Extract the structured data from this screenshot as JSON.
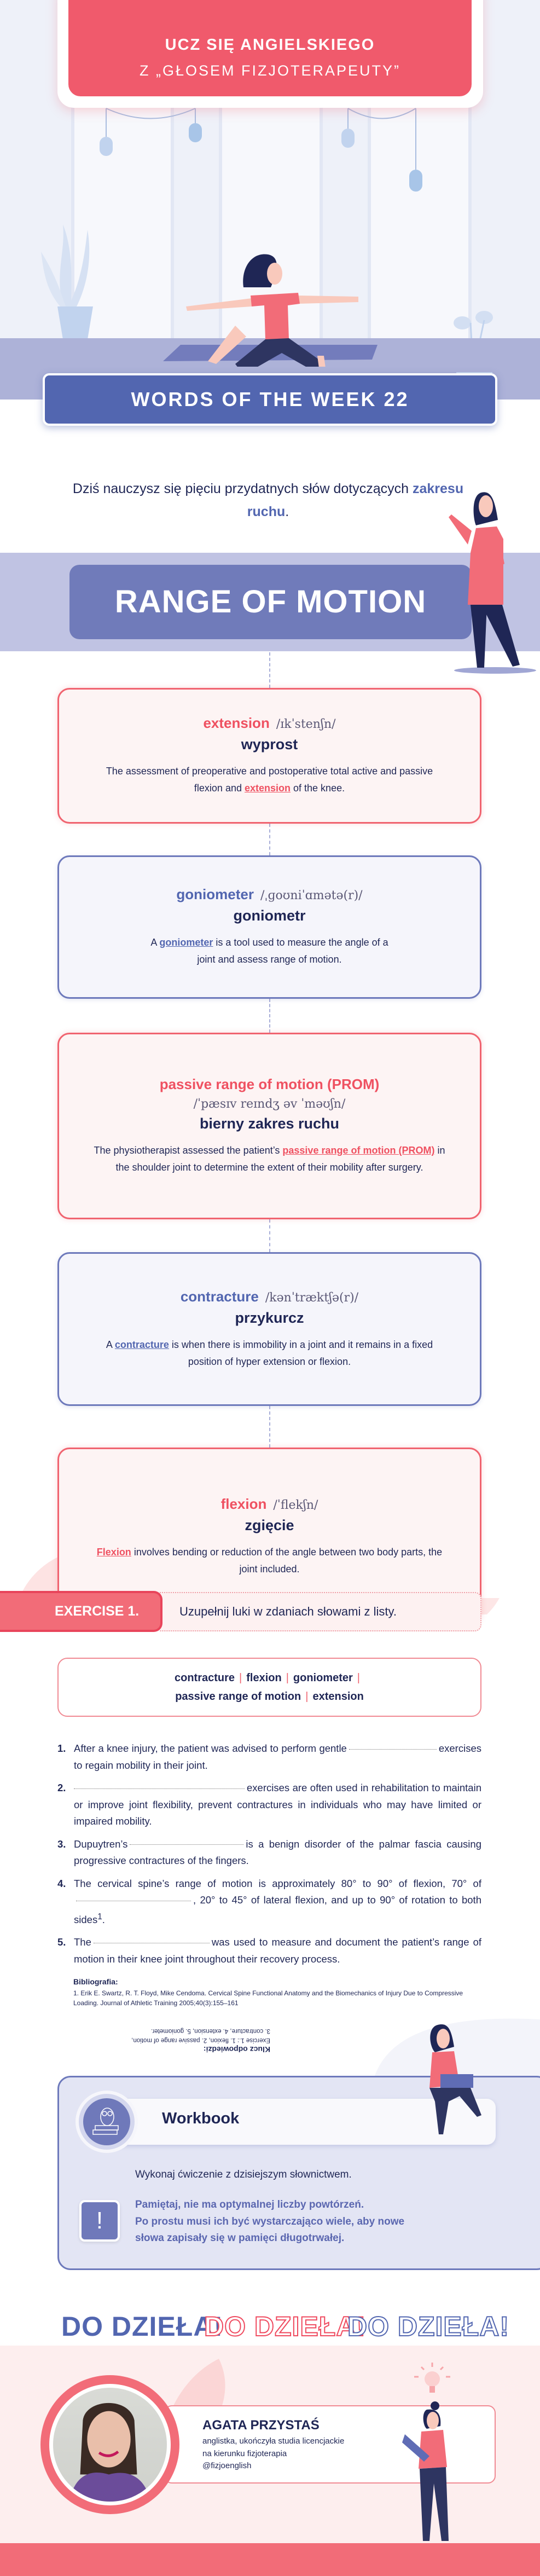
{
  "header": {
    "line1": "UCZ SIĘ ANGIELSKIEGO",
    "line2": "Z „GŁOSEM FIZJOTERAPEUTY”"
  },
  "banner": {
    "label": "WORDS OF THE WEEK 22"
  },
  "intro": {
    "text_before": "Dziś nauczysz się pięciu przydatnych słów dotyczących ",
    "highlight": "zakresu ruchu",
    "text_after": "."
  },
  "topic": {
    "title": "RANGE OF MOTION"
  },
  "colors": {
    "red": "#f05a6c",
    "blue": "#5266b0",
    "navy": "#1f2655",
    "lavender": "#c0c3e3"
  },
  "cards": [
    {
      "term": "extension",
      "ipa": "/ɪkˈstenʃn/",
      "translation": "wyprost",
      "before": "The assessment of preoperative and postoperative total active and passive flexion and ",
      "highlight": "extension",
      "after": " of the knee."
    },
    {
      "term": "goniometer",
      "ipa": "/ˌɡoʊniˈɑmətə(r)/",
      "translation": "goniometr",
      "before": "A ",
      "highlight": "goniometer",
      "after": " is a tool used to measure the angle of a joint and assess range of motion."
    },
    {
      "term": "passive range of motion (PROM)",
      "ipa": "/ˈpæsɪv reɪndʒ əv ˈməʊʃn/",
      "translation": "bierny zakres ruchu",
      "before": "The physiotherapist assessed the patient’s ",
      "highlight": "passive range of motion (PROM)",
      "after": " in the shoulder joint to determine the extent of their mobility after surgery."
    },
    {
      "term": "contracture",
      "ipa": "/kənˈtræktʃə(r)/",
      "translation": "przykurcz",
      "before": "A ",
      "highlight": "contracture",
      "after": " is when there is immobility in a joint and it remains in a fixed position of hyper extension or flexion."
    },
    {
      "term": "flexion",
      "ipa": "/ˈflekʃn/",
      "translation": "zgięcie",
      "before": "",
      "highlight": "Flexion",
      "after": " involves bending or reduction of the angle between two body parts, the joint included."
    }
  ],
  "exercise": {
    "label": "EXERCISE 1.",
    "instruction": "Uzupełnij luki w zdaniach słowami z listy.",
    "word_bank": [
      "contracture",
      "flexion",
      "goniometer",
      "passive range of motion",
      "extension"
    ],
    "items": [
      {
        "num": "1.",
        "before": "After a knee injury, the patient was advised to perform gentle",
        "after": "exercises to regain mobility in their joint."
      },
      {
        "num": "2.",
        "before": "",
        "after": "exercises are often used in rehabilitation to maintain or improve joint flexibility, prevent contractures in individuals who may have limited or impaired mobility."
      },
      {
        "num": "3.",
        "before": "Dupuytren’s",
        "after": "is a benign disorder of the palmar fascia causing progressive contractures of the fingers."
      },
      {
        "num": "4.",
        "before": "The cervical spine’s range of motion is approximately 80° to 90° of flexion, 70° of",
        "after": ", 20° to 45° of lateral flexion, and up to 90° of rotation to both sides",
        "sup": "1",
        "end": "."
      },
      {
        "num": "5.",
        "before": "The",
        "after": "was used to measure and document the patient’s range of motion in their knee joint throughout their recovery process."
      }
    ]
  },
  "bibliography": {
    "heading": "Bibliografia:",
    "entry": "1. Erik E. Swartz, R. T. Floyd, Mike Cendoma. Cervical Spine Functional Anatomy and the Biomechanics of Injury Due to Compressive Loading. Journal of Athletic Training 2005;40(3):155–161"
  },
  "answer_key": {
    "heading": "Klucz odpowiedzi:",
    "line1": "Exercise 1.: 1. flexion, 2. passive range of motion,",
    "line2": "3. contracture, 4. extension, 5. goniometer."
  },
  "workbook": {
    "title": "Workbook",
    "task": "Wykonaj ćwiczenie z dzisiejszym słownictwem.",
    "reminder1": "Pamiętaj, nie ma optymalnej liczby powtórzeń.",
    "reminder2": "Po prostu musi ich być wystarczająco wiele, aby nowe",
    "reminder3": "słowa zapisały się w pamięci długotrwałej.",
    "icon": "!"
  },
  "cta": [
    "DO DZIEŁA!",
    "DO DZIEŁA!",
    "DO DZIEŁA!"
  ],
  "author": {
    "name": "AGATA PRZYSTAŚ",
    "line1": "anglistka, ukończyła studia licencjackie",
    "line2": "na kierunku fizjoterapia",
    "handle": "@fizjoenglish"
  }
}
